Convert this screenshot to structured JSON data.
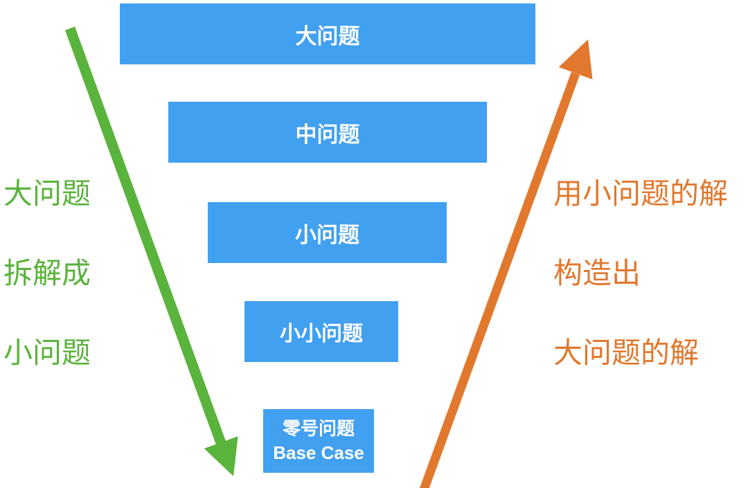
{
  "colors": {
    "blue": "#42a0f0",
    "green": "#5ab33c",
    "orange": "#e1782e",
    "box_text": "#ffffff"
  },
  "funnel": {
    "boxes": [
      {
        "label": "大问题"
      },
      {
        "label": "中问题"
      },
      {
        "label": "小问题"
      },
      {
        "label": "小小问题"
      },
      {
        "label": "零号问题",
        "label2": "Base Case"
      }
    ]
  },
  "left_note": {
    "lines": [
      "大问题",
      "拆解成",
      "小问题"
    ]
  },
  "right_note": {
    "lines": [
      "用小问题的解",
      "构造出",
      "大问题的解"
    ]
  }
}
